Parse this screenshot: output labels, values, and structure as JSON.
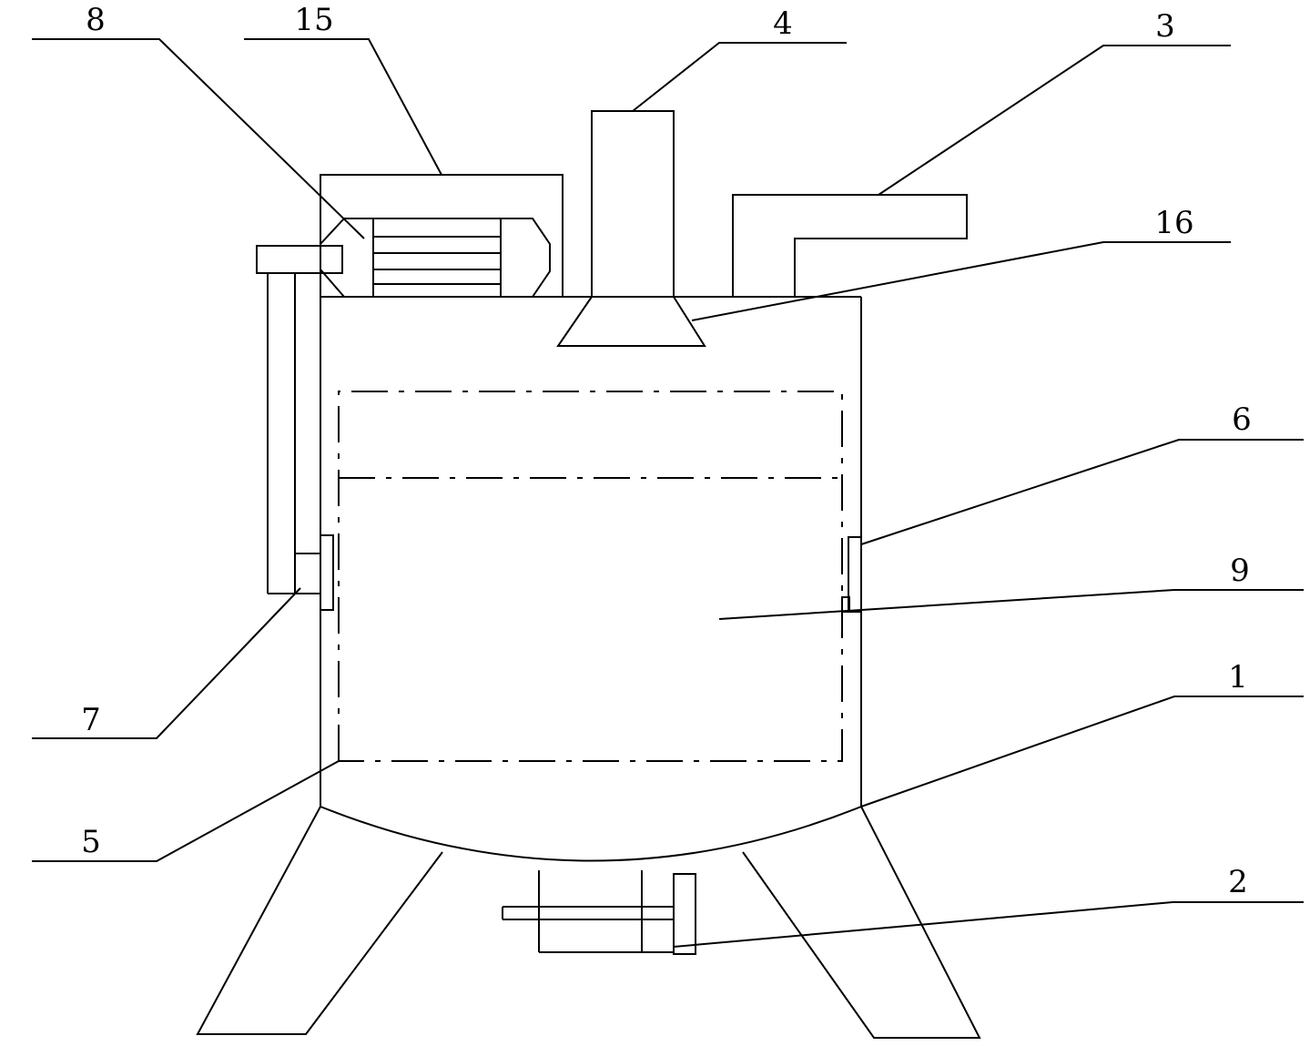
{
  "callouts": [
    {
      "id": "8",
      "label": "8"
    },
    {
      "id": "15",
      "label": "15"
    },
    {
      "id": "4",
      "label": "4"
    },
    {
      "id": "3",
      "label": "3"
    },
    {
      "id": "16",
      "label": "16"
    },
    {
      "id": "6",
      "label": "6"
    },
    {
      "id": "9",
      "label": "9"
    },
    {
      "id": "7",
      "label": "7"
    },
    {
      "id": "1",
      "label": "1"
    },
    {
      "id": "5",
      "label": "5"
    },
    {
      "id": "2",
      "label": "2"
    }
  ]
}
